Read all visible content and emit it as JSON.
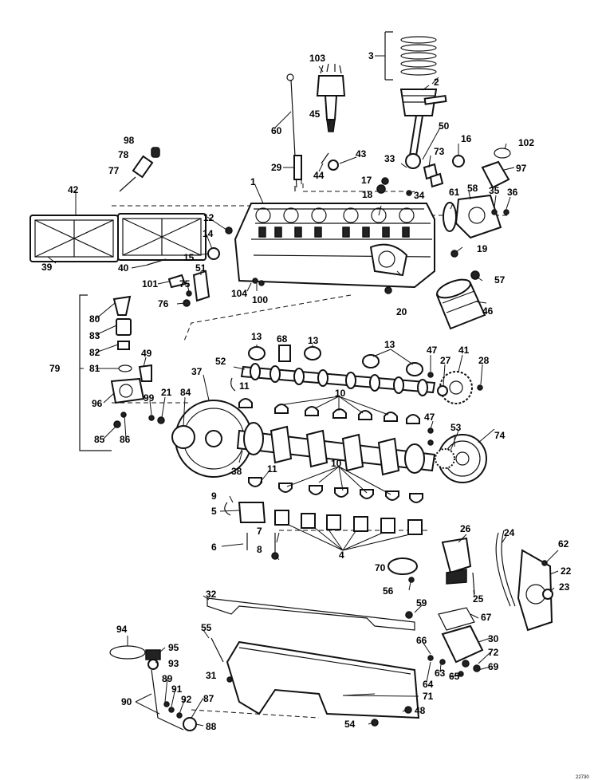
{
  "diagram": {
    "figure_code": "22730",
    "labels": [
      "1",
      "2",
      "3",
      "4",
      "5",
      "6",
      "7",
      "8",
      "9",
      "10",
      "10",
      "10",
      "11",
      "11",
      "12",
      "13",
      "13",
      "13",
      "14",
      "15",
      "16",
      "17",
      "18",
      "19",
      "20",
      "21",
      "22",
      "23",
      "24",
      "25",
      "26",
      "27",
      "28",
      "29",
      "30",
      "31",
      "32",
      "33",
      "34",
      "35",
      "36",
      "37",
      "38",
      "39",
      "40",
      "41",
      "42",
      "43",
      "44",
      "45",
      "46",
      "47",
      "47",
      "48",
      "49",
      "50",
      "51",
      "52",
      "53",
      "54",
      "55",
      "56",
      "57",
      "58",
      "59",
      "60",
      "61",
      "62",
      "63",
      "64",
      "65",
      "66",
      "67",
      "68",
      "69",
      "70",
      "71",
      "72",
      "73",
      "74",
      "75",
      "76",
      "77",
      "78",
      "79",
      "80",
      "81",
      "82",
      "83",
      "84",
      "85",
      "86",
      "87",
      "88",
      "89",
      "90",
      "91",
      "92",
      "93",
      "94",
      "95",
      "96",
      "97",
      "98",
      "99",
      "100",
      "101",
      "102",
      "103",
      "104"
    ]
  }
}
